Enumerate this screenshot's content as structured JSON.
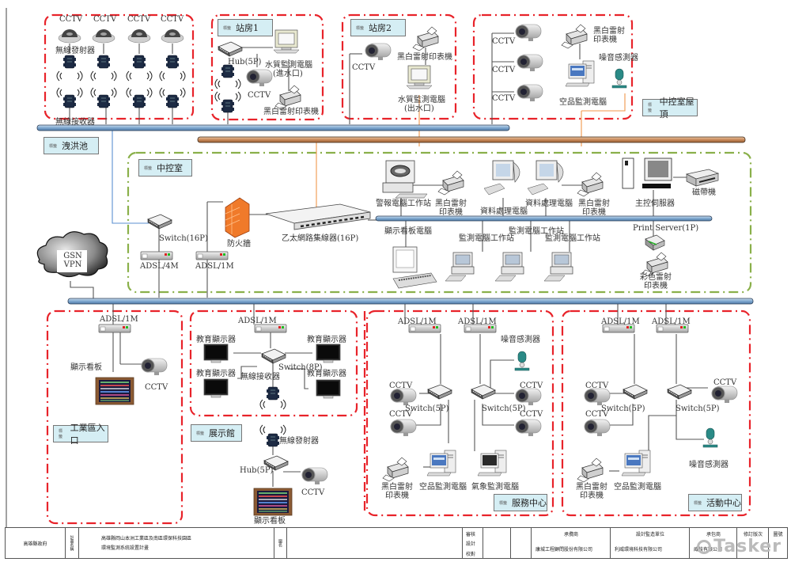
{
  "zones": {
    "pond": {
      "tag": "洩洪池",
      "camera_label": "CCTV",
      "transmitter_label": "無線發射器",
      "receiver_label": "無線接收器"
    },
    "station1": {
      "tag": "站房1",
      "hub": "Hub(5P)",
      "pc": "水質監測電腦",
      "pc_sub": "(進水口)",
      "cctv": "CCTV",
      "printer": "黑白雷射印表機"
    },
    "station2": {
      "tag": "站房2",
      "cctv": "CCTV",
      "printer": "黑白雷射印表機",
      "pc": "水質監測電腦",
      "pc_sub": "(出水口)"
    },
    "roof": {
      "tag": "中控室屋頂",
      "cctv": "CCTV",
      "printer_l1": "黑白雷射",
      "printer_l2": "印表機",
      "noise": "噪音感測器",
      "pc": "空品監測電腦"
    },
    "control": {
      "tag": "中控室",
      "switch16": "Switch(16P)",
      "adsl4m": "ADSL/4M",
      "adsl1m": "ADSL/1M",
      "firewall": "防火牆",
      "hub16": "乙太網路集線器(16P)",
      "alarm_ws": "警報電腦工作站",
      "printer_l1": "黑白雷射",
      "printer_l2": "印表機",
      "data_pc": "資料處理電腦",
      "server": "主控伺服器",
      "tape": "磁帶機",
      "board_pc": "顯示看板電腦",
      "monitor_ws": "監測電腦工作站",
      "print_server": "Print Server(1P)",
      "color_printer_l1": "彩色雷射",
      "color_printer_l2": "印表機"
    },
    "cloud": {
      "l1": "GSN",
      "l2": "VPN"
    },
    "entrance": {
      "tag": "工業區入口",
      "adsl": "ADSL/1M",
      "board": "顯示看板",
      "cctv": "CCTV"
    },
    "exhibit": {
      "tag": "展示館",
      "adsl": "ADSL/1M",
      "display": "教育顯示器",
      "receiver": "無線接收器",
      "switch8": "Switch(8P)",
      "transmitter": "無線發射器",
      "hub": "Hub(5P)",
      "cctv": "CCTV",
      "board": "顯示看板"
    },
    "service": {
      "tag": "服務中心",
      "adsl": "ADSL/1M",
      "noise": "噪音感測器",
      "cctv": "CCTV",
      "switch5": "Switch(5P)",
      "printer_l1": "黑白雷射",
      "printer_l2": "印表機",
      "air_pc": "空品監測電腦",
      "weather_pc": "氣象監測電腦"
    },
    "activity": {
      "tag": "活動中心",
      "adsl": "ADSL/1M",
      "cctv": "CCTV",
      "switch5": "Switch(5P)",
      "noise": "噪音感測器",
      "printer_l1": "黑白雷射",
      "printer_l2": "印表機",
      "air_pc": "空品監測電腦"
    }
  },
  "title_block": {
    "owner": "高雄縣政府",
    "plan_label": "計畫名稱",
    "plan_l1": "高雄縣岡山本洲工業區及南區環保科技園區",
    "plan_l2": "環境監測系統設置計畫",
    "sign_label": "圖名",
    "review": "審核",
    "design": "設計",
    "check": "校對",
    "contractor_head": "承攬商",
    "contractor": "康城工程顧問股份有限公司",
    "designer_head": "設計監造單位",
    "designer": "利威環境科技有限公司",
    "supplier_head": "承包商",
    "supplier": "威技有限公司",
    "revision_head": "修訂版次",
    "sheet_head": "圖號"
  },
  "watermark": "Tasker",
  "colors": {
    "red_zone": "#e8232a",
    "green_zone": "#8ab04a",
    "blue_bus": "#8fb4d9",
    "brown_bus": "#c8895a",
    "orange_wire": "#f0964a",
    "tag_bg": "#d5eef4"
  }
}
